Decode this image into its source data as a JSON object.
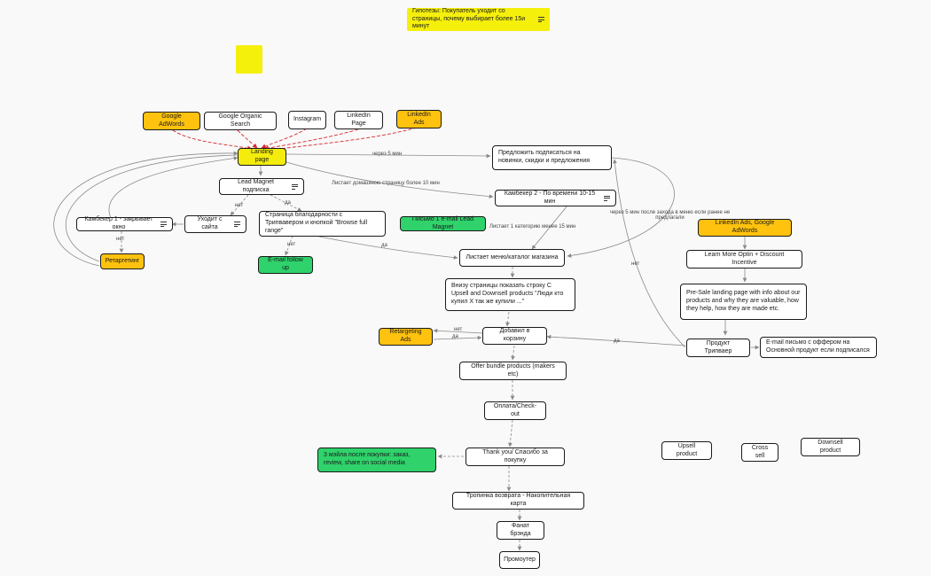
{
  "sticky": {
    "hypothesis": "Гипотезы: Покупатель уходит со страницы, почему выбирает более 15и минут"
  },
  "nodes": {
    "google_adwords": "Google AdWords",
    "google_organic": "Google Organic Search",
    "instagram": "Instagram",
    "linkedin_page": "LinkedIn Page",
    "linkedin_ads": "LinkedIn Ads",
    "landing_page": "Landing page",
    "subscribe_offer": "Предложить подписаться на новинки, скидки и предложения",
    "lead_magnet": "Lead Magnet подписка",
    "cambeker2": "Камбекер 2 - По времени 10-15 мин",
    "cambeker1": "Камбекер 1 - закрывает окно",
    "leaves_site": "Уходит с сайта",
    "thank_you_page": "Страница благодарности с Трипвавером и кнопкой \"Browse full range\"",
    "letter_lead_magnet": "Письмо 1 e-mail Lead Magnet",
    "retargeting": "Ретаргетинг",
    "email_follow_up": "E-mail follow up",
    "browse_catalog": "Листает меню/каталог магазина",
    "linkedin_google_ads": "LinkedIn Ads, Google AdWords",
    "learn_more_optin": "Learn More Optin + Discount Incentive",
    "upsell_row": "Внизу страницы показать строку С Upsell and Downsell products \"Люди кто купил Х так же купили ...\"",
    "presale_page": "Pre-Sale landing page with info about our products and why they are valuable, how they help, how they are made etc.",
    "retargeting_ads": "Retargeting Ads",
    "added_to_cart": "Добавил в корзину",
    "tripwire_product": "Продукт Трипваер",
    "email_offer": "E-mail письмо с оффером на Основной продукт если подписался",
    "offer_bundle": "Offer bundle products (makers etc)",
    "checkout": "Оплата/Check-out",
    "upsell_product": "Upsell product",
    "cross_sell": "Cross sell",
    "downsell_product": "Downsell product",
    "three_emails": "3 мэйла после покупки: заказ, review, share on social media",
    "thank_you_purchase": "Thank you/ Спасибо за покупку",
    "return_path": "Тропинка возврата - Накопительная карта",
    "brand_fan": "Фанат брэнда",
    "promoter": "Промоутер"
  },
  "edge_labels": {
    "after_5_min": "через 5 мин",
    "browses_home_10": "Листает домашнюю страницу более 10 мин",
    "no_1": "нет",
    "yes_1": "да",
    "no_2": "нет",
    "no_3": "нет",
    "yes_2": "да",
    "browses_category_15": "Листает 1 категорию менее 15 мин",
    "after_5_min_menu": "через 5 мин после захода в меню если ранее не предлагали",
    "no_4": "нет",
    "no_5": "нет",
    "yes_3": "да",
    "yes_4": "да"
  },
  "colors": {
    "canvas": "#f9f9f9",
    "orange": "#ffc20e",
    "yellow": "#f3ec0d",
    "green": "#2fd26b",
    "red_dashed": "#d7262e",
    "arrow_gray": "#8a8a8a"
  }
}
